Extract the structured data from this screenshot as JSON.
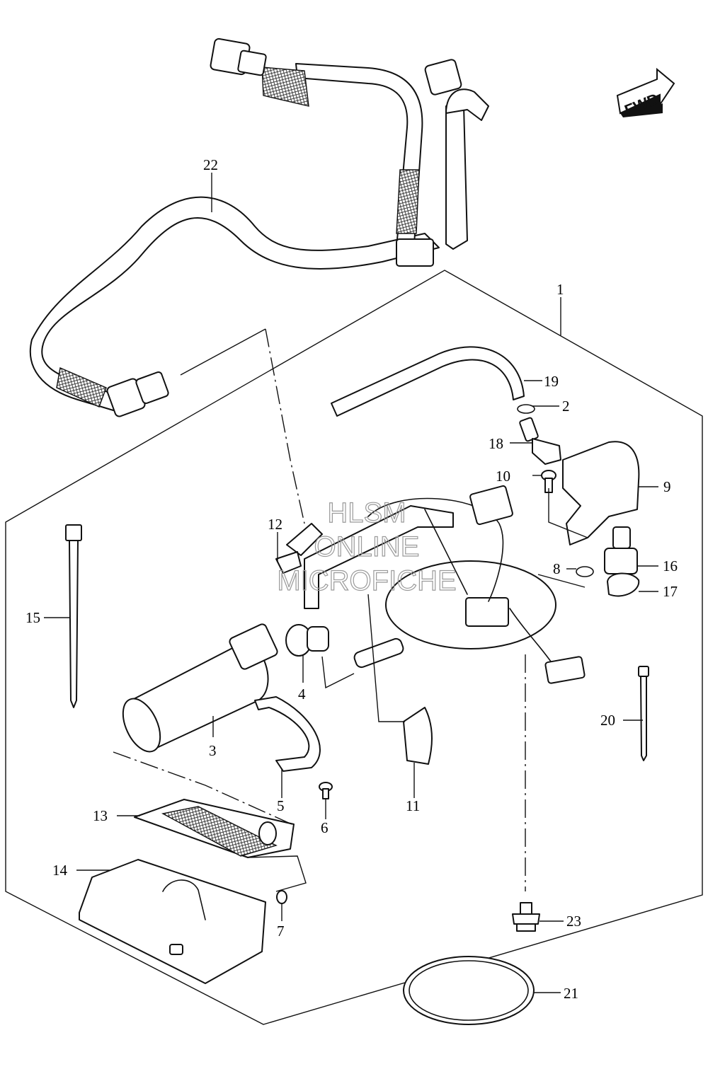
{
  "callouts": {
    "c1": "1",
    "c2": "2",
    "c3": "3",
    "c4": "4",
    "c5": "5",
    "c6": "6",
    "c7": "7",
    "c8": "8",
    "c9": "9",
    "c10": "10",
    "c11": "11",
    "c12": "12",
    "c13": "13",
    "c14": "14",
    "c15": "15",
    "c16": "16",
    "c17": "17",
    "c18": "18",
    "c19": "19",
    "c20": "20",
    "c21": "21",
    "c22": "22",
    "c23": "23"
  },
  "fwd_label": "FWD",
  "watermark": {
    "line1": "HLSM",
    "line2": "ONLINE",
    "line3": "MICROFICHE"
  }
}
